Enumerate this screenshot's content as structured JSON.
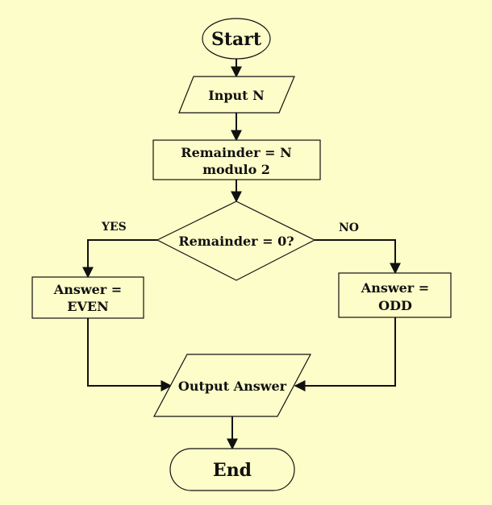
{
  "flowchart": {
    "start": "Start",
    "input": "Input N",
    "process_line1": "Remainder = N",
    "process_line2": "modulo 2",
    "decision": "Remainder = 0?",
    "branch_yes": "YES",
    "branch_no": "NO",
    "even_line1": "Answer =",
    "even_line2": "EVEN",
    "odd_line1": "Answer =",
    "odd_line2": "ODD",
    "output": "Output Answer",
    "end": "End"
  },
  "colors": {
    "background": "#fdfdc9",
    "stroke": "#111111"
  }
}
